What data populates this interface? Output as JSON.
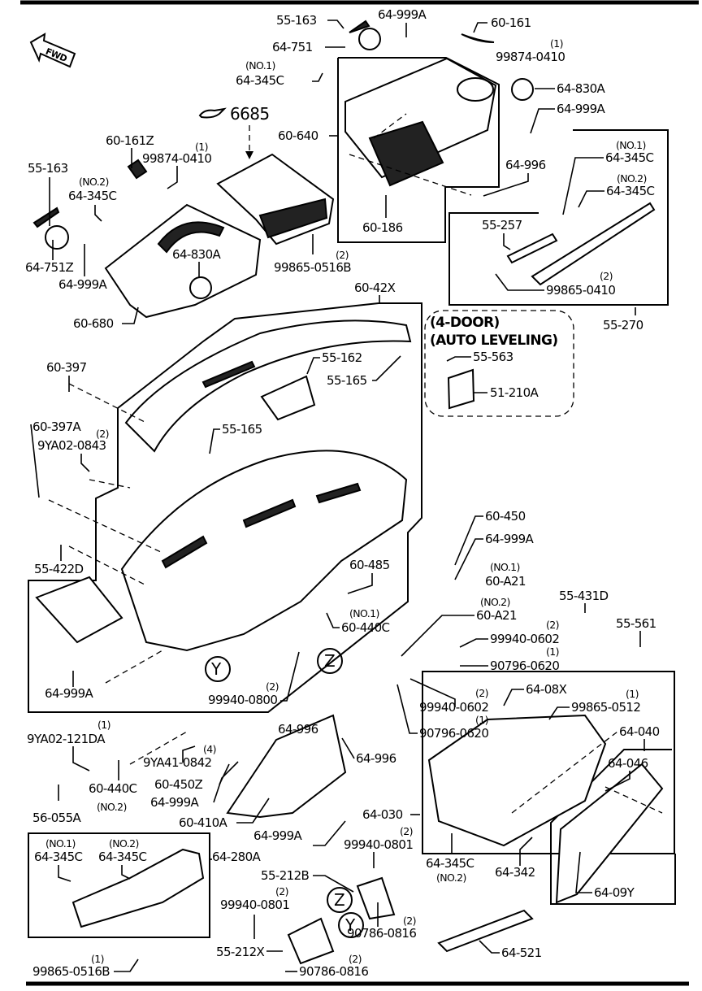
{
  "diagram": {
    "type": "exploded-parts-diagram",
    "subject": "Instrument panel / dashboard assembly",
    "direction_indicator": "FWD",
    "reference_note": "6685",
    "callout_circles": [
      "Y",
      "Z",
      "Z",
      "Y"
    ],
    "variant_note": [
      "(4-DOOR)",
      "(AUTO LEVELING)"
    ],
    "labels": [
      {
        "id": "l1",
        "part": "55-163"
      },
      {
        "id": "l2",
        "part": "64-999A"
      },
      {
        "id": "l3",
        "part": "60-161"
      },
      {
        "id": "l4",
        "part": "64-751"
      },
      {
        "id": "l5",
        "part": "99874-0410",
        "qty": "(1)"
      },
      {
        "id": "l6",
        "part": "64-345C",
        "variant": "(NO.1)"
      },
      {
        "id": "l7",
        "part": "64-830A"
      },
      {
        "id": "l8",
        "part": "64-999A"
      },
      {
        "id": "l9",
        "part": "60-640"
      },
      {
        "id": "l10",
        "part": "60-161Z"
      },
      {
        "id": "l11",
        "part": "99874-0410",
        "qty": "(1)"
      },
      {
        "id": "l12",
        "part": "55-163"
      },
      {
        "id": "l13",
        "part": "64-345C",
        "variant": "(NO.2)"
      },
      {
        "id": "l14",
        "part": "64-996"
      },
      {
        "id": "l15",
        "part": "64-345C",
        "variant": "(NO.1)"
      },
      {
        "id": "l16",
        "part": "64-345C",
        "variant": "(NO.2)"
      },
      {
        "id": "l17",
        "part": "60-186"
      },
      {
        "id": "l18",
        "part": "55-257"
      },
      {
        "id": "l19",
        "part": "64-751Z"
      },
      {
        "id": "l20",
        "part": "64-830A"
      },
      {
        "id": "l21",
        "part": "99865-0516B",
        "qty": "(2)"
      },
      {
        "id": "l22",
        "part": "64-999A"
      },
      {
        "id": "l23",
        "part": "99865-0410",
        "qty": "(2)"
      },
      {
        "id": "l24",
        "part": "60-680"
      },
      {
        "id": "l25",
        "part": "60-42X"
      },
      {
        "id": "l26",
        "part": "55-270"
      },
      {
        "id": "l27",
        "part": "60-397"
      },
      {
        "id": "l28",
        "part": "55-162"
      },
      {
        "id": "l29",
        "part": "55-165"
      },
      {
        "id": "l30",
        "part": "55-563"
      },
      {
        "id": "l31",
        "part": "51-210A"
      },
      {
        "id": "l32",
        "part": "60-397A"
      },
      {
        "id": "l33",
        "part": "9YA02-0843",
        "qty": "(2)"
      },
      {
        "id": "l34",
        "part": "55-165"
      },
      {
        "id": "l35",
        "part": "60-450"
      },
      {
        "id": "l36",
        "part": "64-999A"
      },
      {
        "id": "l37",
        "part": "55-422D"
      },
      {
        "id": "l38",
        "part": "60-485"
      },
      {
        "id": "l39",
        "part": "60-A21",
        "variant": "(NO.1)"
      },
      {
        "id": "l40",
        "part": "60-A21",
        "variant": "(NO.2)"
      },
      {
        "id": "l41",
        "part": "55-431D"
      },
      {
        "id": "l42",
        "part": "60-440C",
        "variant": "(NO.1)"
      },
      {
        "id": "l43",
        "part": "55-561"
      },
      {
        "id": "l44",
        "part": "99940-0602",
        "qty": "(2)"
      },
      {
        "id": "l45",
        "part": "90796-0620",
        "qty": "(1)"
      },
      {
        "id": "l46",
        "part": "64-999A"
      },
      {
        "id": "l47",
        "part": "99940-0800",
        "qty": "(2)"
      },
      {
        "id": "l48",
        "part": "64-08X"
      },
      {
        "id": "l49",
        "part": "99865-0512",
        "qty": "(1)"
      },
      {
        "id": "l50",
        "part": "99940-0602",
        "qty": "(2)"
      },
      {
        "id": "l51",
        "part": "90796-0620",
        "qty": "(1)"
      },
      {
        "id": "l52",
        "part": "9YA02-121DA",
        "qty": "(1)"
      },
      {
        "id": "l53",
        "part": "64-996"
      },
      {
        "id": "l54",
        "part": "64-040"
      },
      {
        "id": "l55",
        "part": "9YA41-0842",
        "qty": "(4)"
      },
      {
        "id": "l56",
        "part": "64-996"
      },
      {
        "id": "l57",
        "part": "64-046"
      },
      {
        "id": "l58",
        "part": "60-440C",
        "variant": "(NO.2)"
      },
      {
        "id": "l59",
        "part": "60-450Z"
      },
      {
        "id": "l60",
        "part": "64-999A"
      },
      {
        "id": "l61",
        "part": "56-055A"
      },
      {
        "id": "l62",
        "part": "60-410A"
      },
      {
        "id": "l63",
        "part": "64-030"
      },
      {
        "id": "l64",
        "part": "64-999A"
      },
      {
        "id": "l65",
        "part": "99940-0801",
        "qty": "(2)"
      },
      {
        "id": "l66",
        "part": "64-345C",
        "variant": "(NO.1)"
      },
      {
        "id": "l67",
        "part": "64-345C",
        "variant": "(NO.2)"
      },
      {
        "id": "l68",
        "part": "64-280A"
      },
      {
        "id": "l69",
        "part": "55-212B"
      },
      {
        "id": "l70",
        "part": "64-345C",
        "variant": "(NO.2)"
      },
      {
        "id": "l71",
        "part": "64-342"
      },
      {
        "id": "l72",
        "part": "99940-0801",
        "qty": "(2)"
      },
      {
        "id": "l73",
        "part": "64-09Y"
      },
      {
        "id": "l74",
        "part": "90786-0816",
        "qty": "(2)"
      },
      {
        "id": "l75",
        "part": "55-212X"
      },
      {
        "id": "l76",
        "part": "64-521"
      },
      {
        "id": "l77",
        "part": "99865-0516B",
        "qty": "(1)"
      },
      {
        "id": "l78",
        "part": "90786-0816",
        "qty": "(2)"
      }
    ]
  }
}
